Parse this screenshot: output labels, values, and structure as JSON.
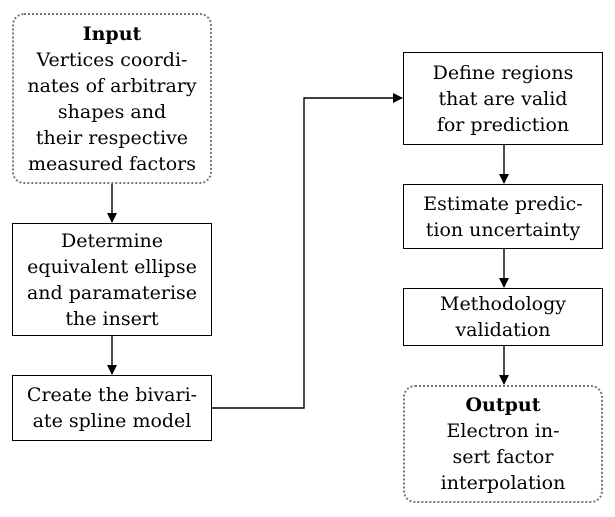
{
  "nodes": {
    "input": {
      "title": "Input",
      "lines": [
        "Vertices coordi-",
        "nates of arbitrary",
        "shapes and",
        "their respective",
        "measured factors"
      ]
    },
    "ellipse": {
      "lines": [
        "Determine",
        "equivalent ellipse",
        "and paramaterise",
        "the insert"
      ]
    },
    "spline": {
      "lines": [
        "Create the bivari-",
        "ate spline model"
      ]
    },
    "regions": {
      "lines": [
        "Define regions",
        "that are valid",
        "for prediction"
      ]
    },
    "uncertainty": {
      "lines": [
        "Estimate predic-",
        "tion uncertainty"
      ]
    },
    "validation": {
      "lines": [
        "Methodology",
        "validation"
      ]
    },
    "output": {
      "title": "Output",
      "lines": [
        "Electron in-",
        "sert factor",
        "interpolation"
      ]
    }
  }
}
